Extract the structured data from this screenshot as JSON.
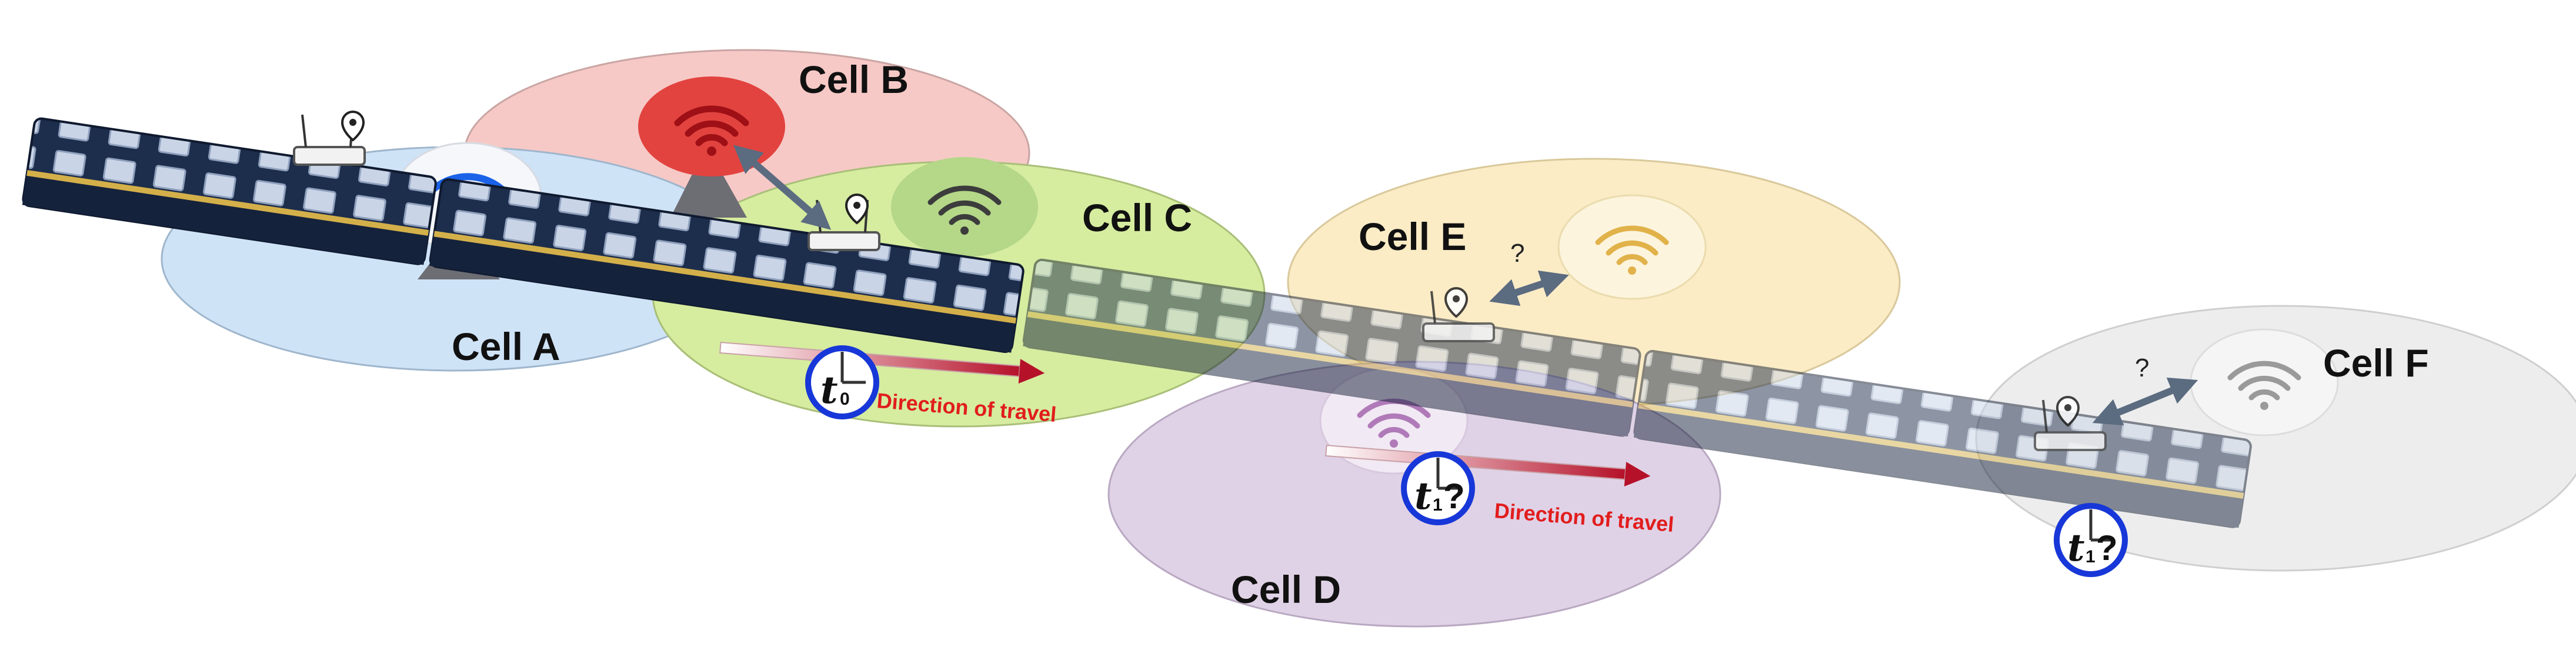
{
  "cells": {
    "a": {
      "label": "Cell A",
      "color": "#cfe3f7",
      "wifi_color": "#1a63e8"
    },
    "b": {
      "label": "Cell B",
      "color": "#f6c9c6",
      "wifi_color": "#d1262c"
    },
    "c": {
      "label": "Cell C",
      "color": "#d6ec9f",
      "wifi_color": "#3c3c3c"
    },
    "d": {
      "label": "Cell D",
      "color": "#e0d2e6",
      "wifi_color": "#b07ab8"
    },
    "e": {
      "label": "Cell E",
      "color": "#fbecc6",
      "wifi_color": "#e1b24a"
    },
    "f": {
      "label": "Cell F",
      "color": "#ededed",
      "wifi_color": "#9a9a9a"
    }
  },
  "travel": {
    "direction_label_1": "Direction of travel",
    "direction_label_2": "Direction of travel",
    "arrow_color": "#c9102b"
  },
  "clocks": {
    "t0": {
      "letter": "t",
      "sub": "0",
      "suffix": ""
    },
    "t1_first": {
      "letter": "t",
      "sub": "1",
      "suffix": "?"
    },
    "t1_second": {
      "letter": "t",
      "sub": "1",
      "suffix": "?"
    },
    "ring_color": "#1737d8"
  },
  "unknown_links": {
    "cell_e_mark": "?",
    "cell_f_mark": "?"
  },
  "train": {
    "body_color": "#1d2d4c",
    "window_color": "#c9d4e6",
    "stripe_color": "#d4b04a"
  }
}
